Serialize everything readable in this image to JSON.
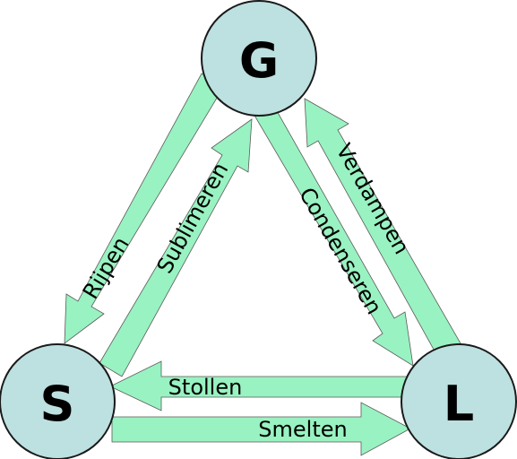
{
  "nodes": {
    "gas": "G",
    "solid": "S",
    "liquid": "L"
  },
  "transitions": {
    "rijpen": "Rijpen",
    "sublimeren": "Sublimeren",
    "condenseren": "Condenseren",
    "verdampen": "Verdampen",
    "stollen": "Stollen",
    "smelten": "Smelten"
  },
  "colors": {
    "arrow_fill": "#99f2c1",
    "node_fill": "#bde0e0"
  }
}
